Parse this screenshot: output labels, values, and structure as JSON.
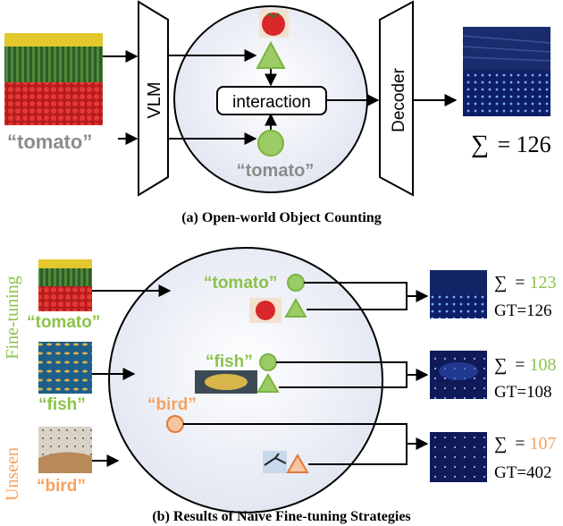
{
  "part_a": {
    "vlm_label": "VLM",
    "decoder_label": "Decoder",
    "interaction_label": "interaction",
    "query_label_left": "“tomato”",
    "query_label_inner": "“tomato”",
    "count_symbol": "∑",
    "count_text": "= 126",
    "caption": "(a) Open-world Object Counting"
  },
  "part_b": {
    "side_label_finetuning": "Fine-tuning",
    "side_label_unseen": "Unseen",
    "caption": "(b) Results of Naive Fine-tuning Strategies",
    "rows": [
      {
        "left_label": "“tomato”",
        "inner_label": "“tomato”",
        "sum_symbol": "∑",
        "pred_prefix": "=",
        "pred_value": "123",
        "gt_text": "GT=126"
      },
      {
        "left_label": "“fish”",
        "inner_label": "“fish”",
        "sum_symbol": "∑",
        "pred_prefix": "=",
        "pred_value": "108",
        "gt_text": "GT=108"
      },
      {
        "left_label": "“bird”",
        "inner_label": "“bird”",
        "sum_symbol": "∑",
        "pred_prefix": "=",
        "pred_value": "107",
        "gt_text": "GT=402"
      }
    ]
  },
  "colors": {
    "text_gray": "#8c8c8c",
    "green": "#8bc34a",
    "green_fill": "#9ccc65",
    "orange": "#f4a261",
    "orange_dark": "#e07b39",
    "ellipse_fill": "#eef1f8",
    "heatmap_dark": "#0b1a4a"
  }
}
